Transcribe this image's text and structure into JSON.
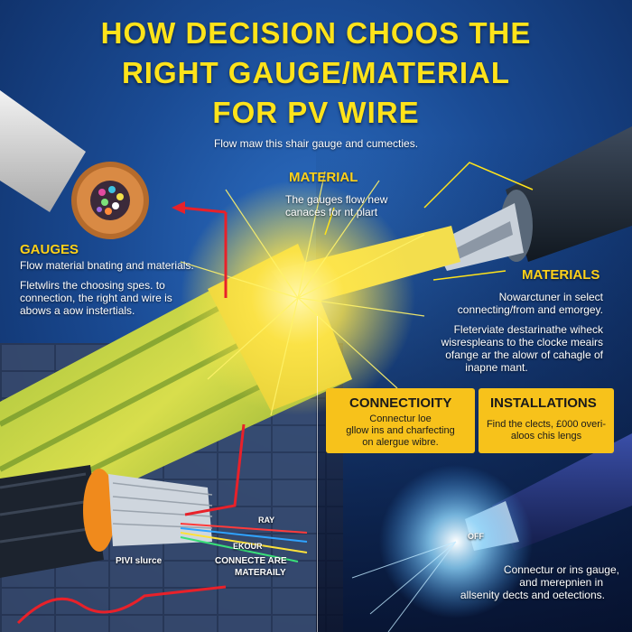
{
  "title": {
    "line1": "HOW DECISION CHOOS THE",
    "line2": "RIGHT GAUGE/MATERIAL",
    "line3": "FOR PV WIRE"
  },
  "subtitle": "Flow maw this shair gauge and cumecties.",
  "material": {
    "heading": "MATERIAL",
    "text1": "The gauges flow new",
    "text2": "canaces for nt plart"
  },
  "gauges": {
    "heading": "GAUGES",
    "text1": "Flow material bnating and materials.",
    "text2": "Fletwlirs the choosing spes. to",
    "text3": "connection, the right and wire is",
    "text4": "abows a aow instertials."
  },
  "materials": {
    "heading": "MATERIALS",
    "text1": "Nowarctuner in select",
    "text2": "connecting/from and emorgey.",
    "text3": "Fleterviate destarinathe wiheck",
    "text4": "wisrespleans to the clocke meairs",
    "text5": "ofange ar the alowr of cahagle of",
    "text6": "inapne mant."
  },
  "connectiity_box": {
    "heading": "CONNECTIOITY",
    "text1": "Connectur loe",
    "text2": "gllow ins and charfecting",
    "text3": "on alergue wibre."
  },
  "installations_box": {
    "heading": "INSTALLATIONS",
    "text1": "Find the clects, £000 overi-",
    "text2": "aloos chis lengs"
  },
  "bottom_right": {
    "text1": "Connectur or ins gauge,",
    "text2": "and merepnien in",
    "text3": "allsenity dects and oetections."
  },
  "labels": {
    "pv_source": "PIVI slurce",
    "connecte": "CONNECTE ARE",
    "materially": "MATERAILY",
    "ray": "RAY",
    "ekour": "EKOUR",
    "off": "OFF"
  },
  "colors": {
    "title_yellow": "#ffe31a",
    "heading_yellow": "#ffd21a",
    "box_yellow": "#f7c21b",
    "background_blue": "#1a4b94",
    "arrow_red": "#e8212a"
  }
}
